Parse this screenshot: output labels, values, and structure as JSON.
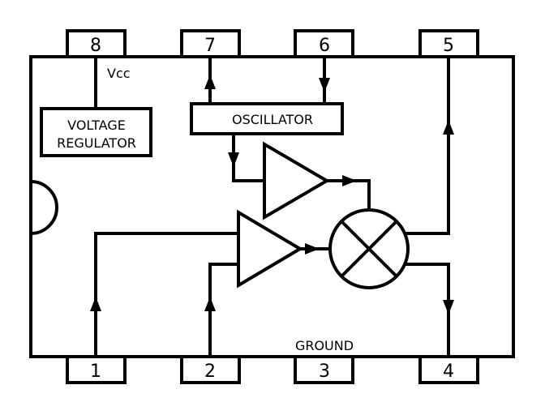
{
  "diagram": {
    "title": "IC block diagram",
    "colors": {
      "stroke": "#000000",
      "background": "#ffffff"
    },
    "pins": [
      {
        "id": "pin-1",
        "number": "1",
        "side": "bottom"
      },
      {
        "id": "pin-2",
        "number": "2",
        "side": "bottom"
      },
      {
        "id": "pin-3",
        "number": "3",
        "side": "bottom"
      },
      {
        "id": "pin-4",
        "number": "4",
        "side": "bottom"
      },
      {
        "id": "pin-5",
        "number": "5",
        "side": "top"
      },
      {
        "id": "pin-6",
        "number": "6",
        "side": "top"
      },
      {
        "id": "pin-7",
        "number": "7",
        "side": "top"
      },
      {
        "id": "pin-8",
        "number": "8",
        "side": "top"
      }
    ],
    "labels": {
      "vcc": "Vcc",
      "ground": "GROUND",
      "voltage_regulator_line1": "VOLTAGE",
      "voltage_regulator_line2": "REGULATOR",
      "oscillator": "OSCILLATOR"
    },
    "blocks": [
      {
        "id": "voltage-regulator",
        "type": "box",
        "label": "VOLTAGE REGULATOR"
      },
      {
        "id": "oscillator",
        "type": "box",
        "label": "OSCILLATOR"
      },
      {
        "id": "amplifier-upper",
        "type": "triangle",
        "label": ""
      },
      {
        "id": "amplifier-lower",
        "type": "triangle",
        "label": ""
      },
      {
        "id": "mixer",
        "type": "circle-x",
        "label": ""
      }
    ],
    "connections": [
      {
        "from": "pin-8",
        "to": "voltage-regulator",
        "arrow": "none"
      },
      {
        "from": "oscillator",
        "to": "pin-7",
        "arrow": "up"
      },
      {
        "from": "pin-6",
        "to": "oscillator",
        "arrow": "down"
      },
      {
        "from": "oscillator",
        "to": "amplifier-upper",
        "arrow": "down"
      },
      {
        "from": "amplifier-upper",
        "to": "mixer",
        "arrow": "right"
      },
      {
        "from": "pin-1",
        "to": "amplifier-lower",
        "arrow": "up"
      },
      {
        "from": "pin-2",
        "to": "amplifier-lower",
        "arrow": "up"
      },
      {
        "from": "amplifier-lower",
        "to": "mixer",
        "arrow": "right"
      },
      {
        "from": "mixer",
        "to": "pin-5",
        "arrow": "up"
      },
      {
        "from": "mixer",
        "to": "pin-4",
        "arrow": "down"
      }
    ]
  }
}
